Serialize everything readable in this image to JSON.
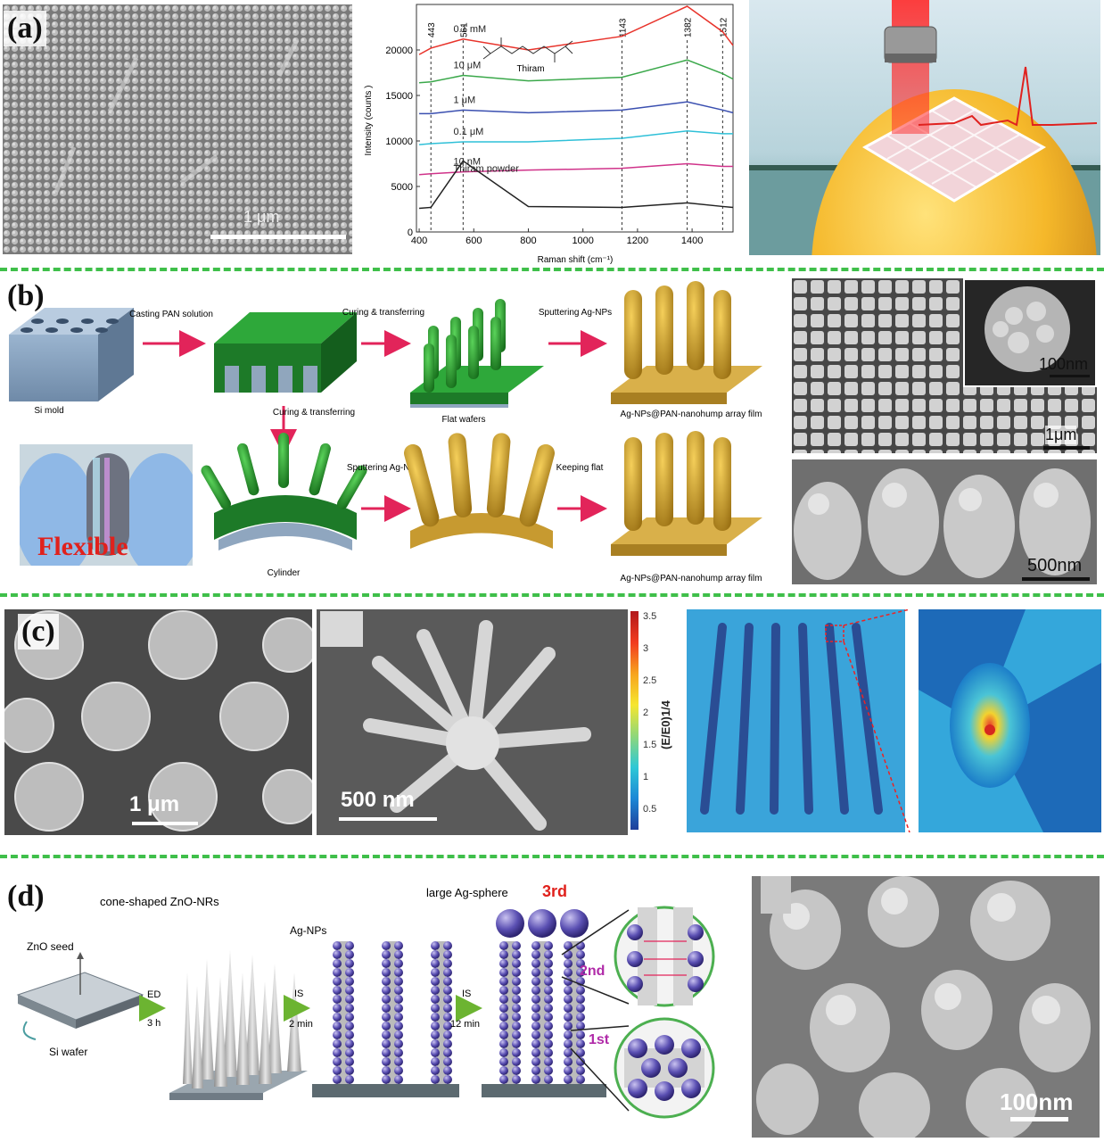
{
  "panels": {
    "a": {
      "tag": "(a)",
      "sem_scale": "1 μm",
      "chart": {
        "molecule_label": "Thiram",
        "peaks": [
          "443",
          "561",
          "1143",
          "1382",
          "1512"
        ],
        "series_labels": [
          "0.1 mM",
          "10 μM",
          "1 μM",
          "0.1 μM",
          "10 nM",
          "Thiram powder"
        ],
        "colors": [
          "#e8332b",
          "#3aa84a",
          "#3a4fb0",
          "#2fc0d8",
          "#d0338a",
          "#222222"
        ]
      }
    },
    "b": {
      "tag": "(b)",
      "labels": {
        "si_mold": "Si mold",
        "casting": "Casting PAN solution",
        "curing1": "Curing & transferring",
        "sputter1": "Sputtering Ag-NPs",
        "flat_wafers": "Flat wafers",
        "film1": "Ag-NPs@PAN-nanohump array film",
        "curing2": "Curing & transferring",
        "cylinder": "Cylinder",
        "sputter2": "Sputtering Ag-NPs",
        "keeping": "Keeping flat",
        "film2": "Ag-NPs@PAN-nanohump array film",
        "flexible": "Flexible"
      },
      "sem_scales": [
        "100nm",
        "1μm",
        "500nm"
      ]
    },
    "c": {
      "tag": "(c)",
      "sem_scales": [
        "1 μm",
        "500 nm"
      ],
      "colorbar_ticks": [
        "3.5",
        "3",
        "2.5",
        "2",
        "1.5",
        "1",
        "0.5"
      ],
      "colorbar_label": "(E/E0)1/4"
    },
    "d": {
      "tag": "(d)",
      "labels": {
        "zno_seed": "ZnO seed",
        "si_wafer": "Si wafer",
        "cone": "cone-shaped ZnO-NRs",
        "ed": "ED",
        "ed_time": "3 h",
        "agnps": "Ag-NPs",
        "is1": "IS",
        "is1_time": "2 min",
        "is2": "IS",
        "is2_time": "12 min",
        "large_sphere": "large Ag-sphere",
        "third": "3rd",
        "second": "2nd",
        "first": "1st"
      },
      "sem_scale": "100nm"
    }
  },
  "chart_data": {
    "type": "line",
    "x": [
      400,
      443,
      561,
      800,
      1143,
      1382,
      1512,
      1550
    ],
    "xlabel": "Raman shift (cm⁻¹)",
    "ylabel": "Intensity (counts )",
    "xlim": [
      390,
      1550
    ],
    "ylim": [
      0,
      25000
    ],
    "xticks": [
      400,
      600,
      800,
      1000,
      1200,
      1400
    ],
    "yticks": [
      0,
      5000,
      10000,
      15000,
      20000
    ],
    "series": [
      {
        "name": "0.1 mM",
        "values": [
          19500,
          20200,
          21200,
          20000,
          21500,
          24800,
          22000,
          20500
        ]
      },
      {
        "name": "10 μM",
        "values": [
          16400,
          16500,
          17200,
          16600,
          17000,
          18900,
          17400,
          16800
        ]
      },
      {
        "name": "1 μM",
        "values": [
          13000,
          13000,
          13400,
          13100,
          13400,
          14300,
          13400,
          13100
        ]
      },
      {
        "name": "0.1 μM",
        "values": [
          9600,
          9700,
          9900,
          9900,
          10300,
          11100,
          10800,
          10800
        ]
      },
      {
        "name": "10 nM",
        "values": [
          6300,
          6400,
          6600,
          6800,
          7000,
          7500,
          7200,
          7200
        ]
      },
      {
        "name": "Thiram powder",
        "values": [
          2600,
          2700,
          7800,
          2800,
          2700,
          3200,
          2800,
          2700
        ]
      }
    ]
  }
}
